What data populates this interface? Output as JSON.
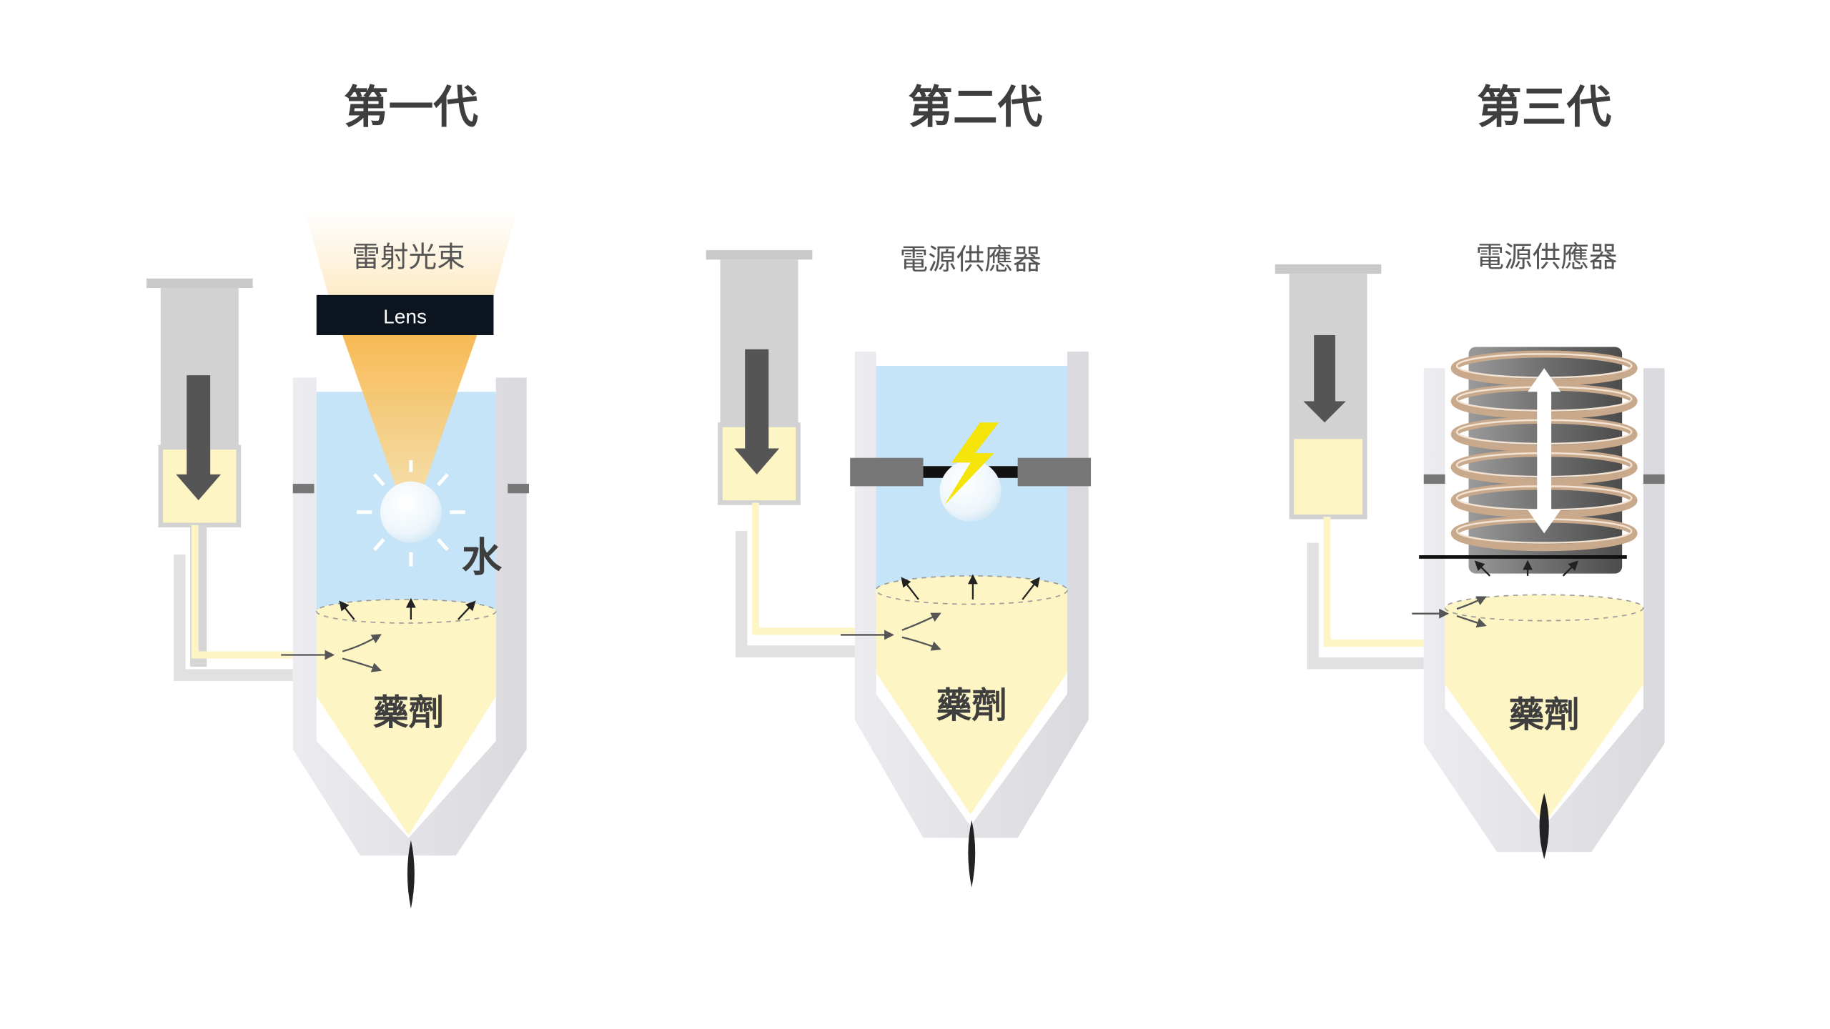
{
  "generations": [
    {
      "title": "第一代",
      "source_label": "雷射光束",
      "lens_label": "Lens",
      "water_label": "水",
      "drug_label": "藥劑"
    },
    {
      "title": "第二代",
      "source_label": "電源供應器",
      "drug_label": "藥劑"
    },
    {
      "title": "第三代",
      "source_label": "電源供應器",
      "drug_label": "藥劑"
    }
  ],
  "colors": {
    "water": "#c6e4f7",
    "drug": "#fdf5c4",
    "vessel_wall": "#e4e4e8",
    "syringe_gray": "#cfcfcf",
    "arrow_dark": "#4f4f4f",
    "electrode": "#777777",
    "spark": "#f5e40a",
    "coil": "#c9a98c",
    "lens_bg": "#0c1420",
    "beam": "#f6b64c"
  },
  "icons": {
    "syringe": "syringe-icon",
    "bubble": "bubble-icon",
    "spark": "lightning-icon",
    "coil": "coil-icon",
    "droplet": "droplet-icon"
  }
}
